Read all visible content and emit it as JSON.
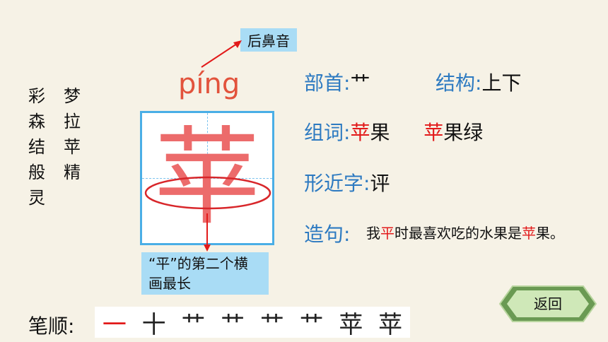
{
  "words_left": [
    "彩",
    "森",
    "结",
    "般",
    "灵"
  ],
  "words_right": [
    "梦",
    "拉",
    "苹",
    "精"
  ],
  "annotations": {
    "nasal": "后鼻音",
    "stroke_note": "“平”的第二个横画最长"
  },
  "pinyin": "píng",
  "character": "苹",
  "info": {
    "radical_label": "部首:",
    "radical_value": "艹",
    "structure_label": "结构:",
    "structure_value": "上下",
    "words_label": "组词:",
    "word1_red": "苹",
    "word1_rest": "果",
    "word2_red": "苹",
    "word2_rest": "果绿",
    "similar_label": "形近字:",
    "similar_value": "评",
    "sentence_label": "造句:",
    "sentence_part1": "我",
    "sentence_red1": "平",
    "sentence_part2": "时最喜欢吃的水果是",
    "sentence_red2": "苹",
    "sentence_part3": "果。"
  },
  "stroke_order": {
    "label": "笔顺:",
    "steps": [
      "一",
      "十",
      "艹",
      "艹",
      "艹",
      "艹",
      "苹",
      "苹"
    ]
  },
  "back_button": "返回",
  "colors": {
    "blue": "#2d7ac1",
    "red": "#e21a1a",
    "accent_box": "#a9dcf5"
  }
}
